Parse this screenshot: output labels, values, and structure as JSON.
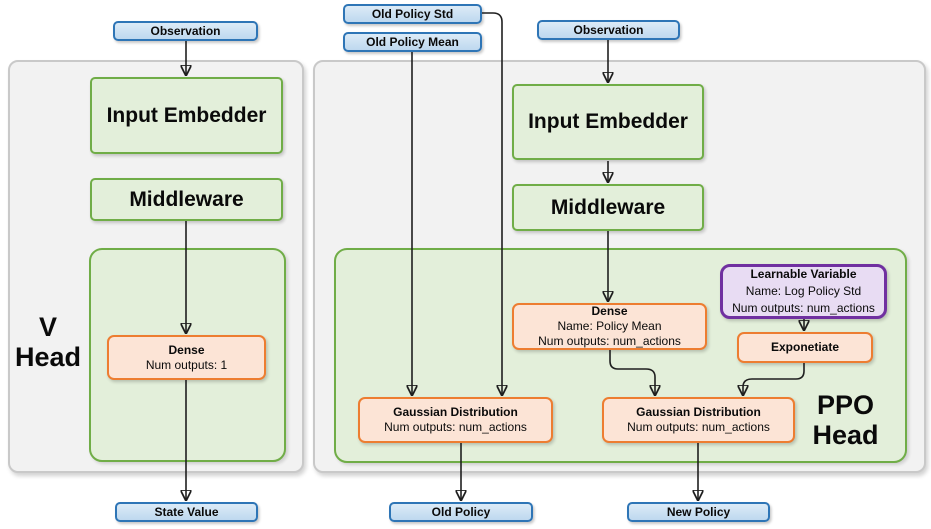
{
  "colors": {
    "blue_border": "#2e75b6",
    "blue_fill_top": "#dcebf7",
    "blue_fill_bottom": "#bed8ef",
    "green_border": "#70ad47",
    "green_fill": "#e3efda",
    "orange_border": "#ed7d31",
    "orange_fill": "#fce4d6",
    "purple_border": "#7030a0",
    "purple_fill": "#e8dcf3",
    "panel_fill": "#f2f2f2",
    "panel_border": "#c9c9c9",
    "arrow": "#1f1f1f"
  },
  "v_head": {
    "title_line1": "V",
    "title_line2": "Head",
    "observation_label": "Observation",
    "input_embedder_label": "Input Embedder",
    "middleware_label": "Middleware",
    "dense": {
      "title": "Dense",
      "line1": "Num outputs: 1"
    },
    "output_label": "State Value"
  },
  "ppo_head": {
    "title_line1": "PPO",
    "title_line2": "Head",
    "old_policy_std_label": "Old Policy Std",
    "old_policy_mean_label": "Old Policy Mean",
    "observation_label": "Observation",
    "input_embedder_label": "Input Embedder",
    "middleware_label": "Middleware",
    "dense": {
      "title": "Dense",
      "line1": "Name: Policy Mean",
      "line2": "Num outputs: num_actions"
    },
    "learnable_variable": {
      "title": "Learnable Variable",
      "line1": "Name: Log Policy Std",
      "line2": "Num outputs: num_actions"
    },
    "exponetiate_label": "Exponetiate",
    "gaussian_old": {
      "title": "Gaussian Distribution",
      "line1": "Num outputs: num_actions"
    },
    "gaussian_new": {
      "title": "Gaussian Distribution",
      "line1": "Num outputs: num_actions"
    },
    "old_policy_output_label": "Old Policy",
    "new_policy_output_label": "New Policy"
  }
}
